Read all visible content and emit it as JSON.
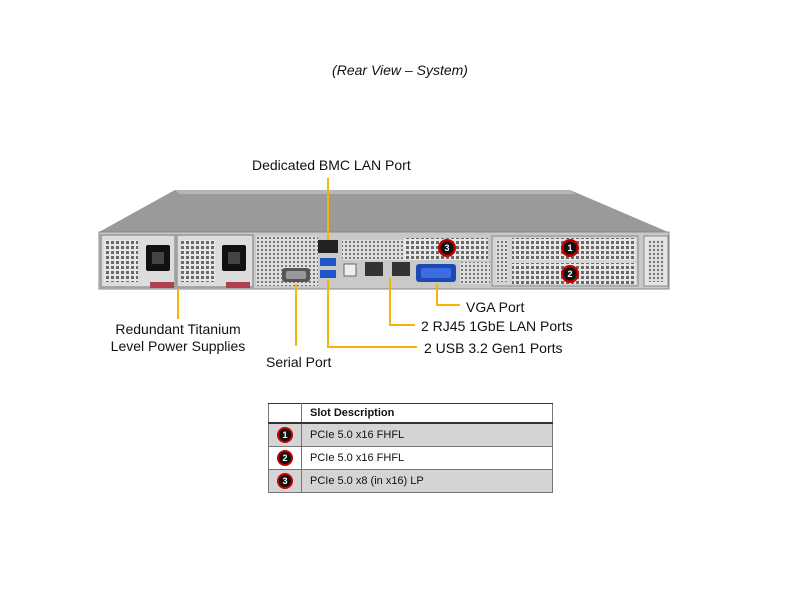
{
  "caption": "(Rear View – System)",
  "callouts": {
    "bmc_lan": "Dedicated BMC LAN Port",
    "power_line1": "Redundant Titanium",
    "power_line2": "Level Power Supplies",
    "serial": "Serial Port",
    "vga": "VGA Port",
    "rj45": "2 RJ45 1GbE LAN Ports",
    "usb": "2 USB 3.2 Gen1 Ports"
  },
  "slot_markers": [
    {
      "number": "1"
    },
    {
      "number": "2"
    },
    {
      "number": "3"
    }
  ],
  "slot_table": {
    "header": "Slot Description",
    "rows": [
      {
        "number": "1",
        "description": "PCIe 5.0 x16 FHFL"
      },
      {
        "number": "2",
        "description": "PCIe 5.0 x16 FHFL"
      },
      {
        "number": "3",
        "description": "PCIe 5.0 x8 (in x16) LP"
      }
    ]
  },
  "colors": {
    "leader_lines": "#f2b705",
    "marker_ring": "#c00000",
    "marker_fill": "#111111",
    "table_shade": "#d4d4d4"
  }
}
